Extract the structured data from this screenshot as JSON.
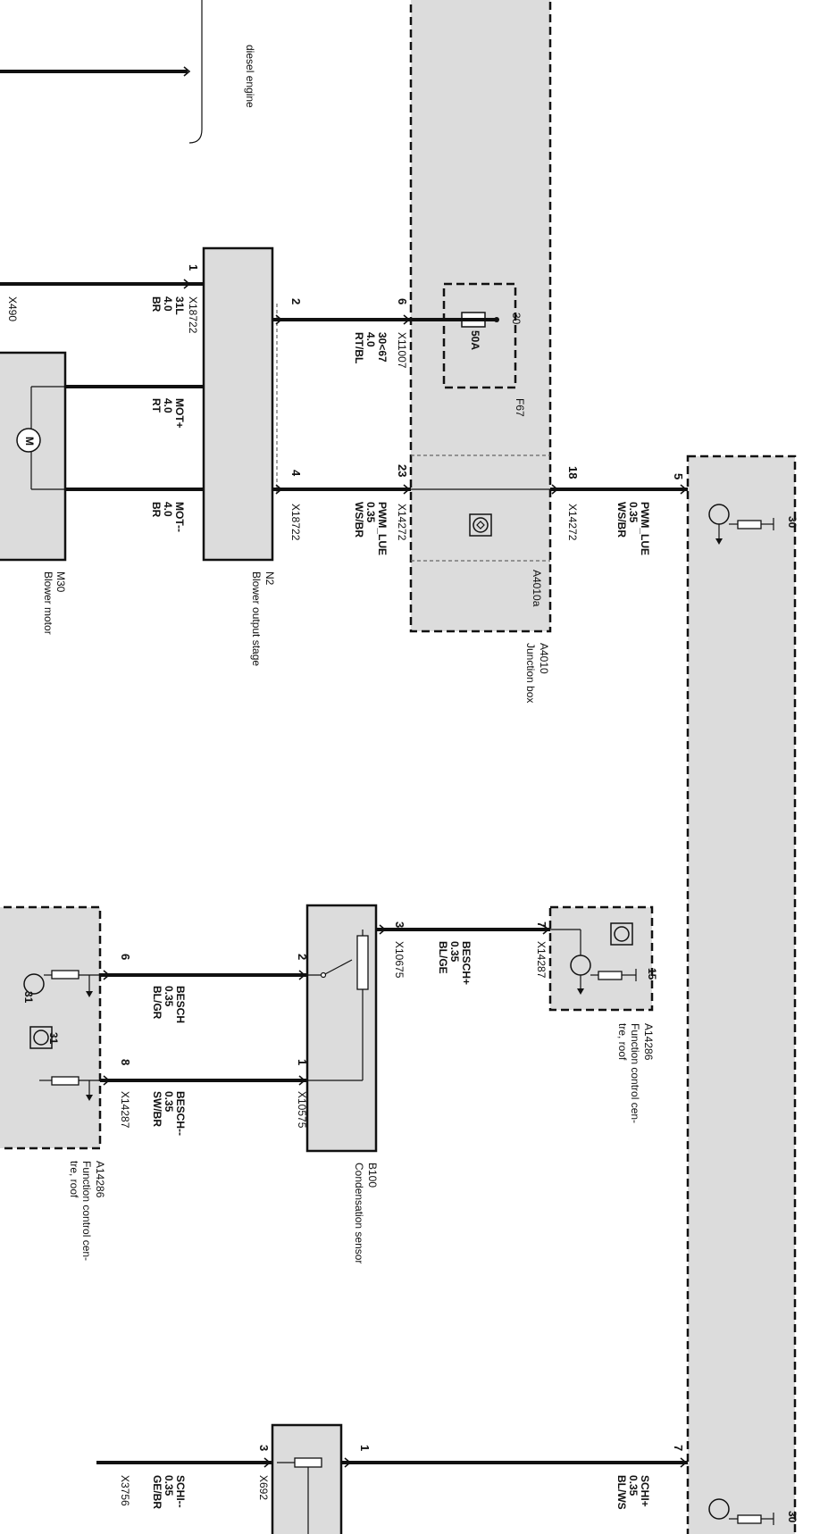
{
  "engine_note": "diesel engine",
  "components": {
    "junction_box": {
      "id": "A4010",
      "sub_id": "A4010a",
      "name": "Junction box"
    },
    "fuse": {
      "id": "F67",
      "rating": "50A",
      "terminal": "30"
    },
    "blower_output_stage": {
      "id": "N2",
      "name": "Blower output stage"
    },
    "blower_motor": {
      "id": "M30",
      "name": "Blower motor",
      "symbol": "M"
    },
    "condensation_sensor": {
      "id": "B100",
      "name": "Condensation sensor"
    },
    "fcc_roof_top": {
      "id": "A14286",
      "name_line1": "Function control cen-",
      "name_line2": "tre, roof",
      "terminal": "15"
    },
    "fcc_roof_left": {
      "id": "A14286",
      "name_line1": "Function control cen-",
      "name_line2": "tre, roof",
      "terminal_a": "31",
      "terminal_b": "31"
    },
    "right_module": {
      "terminal_top": "30",
      "terminal_bottom": "30"
    }
  },
  "connectors": {
    "x490": "X490",
    "x18722_a": "X18722",
    "x18722_b": "X18722",
    "x11007": "X11007",
    "x14272_a": "X14272",
    "x14272_b": "X14272",
    "x10675": "X10675",
    "x14287_a": "X14287",
    "x14287_b": "X14287",
    "x10575": "X10575",
    "x692": "X692",
    "x3756": "X3756"
  },
  "pins": {
    "p1_n2": "1",
    "p2_n2": "2",
    "p4_n2": "4",
    "p6_x11007": "6",
    "p23_x14272": "23",
    "p18_x14272": "18",
    "p5_right": "5",
    "p3_b100": "3",
    "p7_a14286": "7",
    "p2_b100": "2",
    "p1_b100": "1",
    "p6_left": "6",
    "p8_left": "8",
    "p7_right": "7",
    "p1_x692": "1",
    "p3_x692": "3"
  },
  "wires": {
    "w31l": {
      "signal": "31L",
      "size": "4.0",
      "color": "BR"
    },
    "w3067": {
      "signal": "30<67",
      "size": "4.0",
      "color": "RT/BL"
    },
    "wmotp": {
      "signal": "MOT+",
      "size": "4.0",
      "color": "RT"
    },
    "wmotm": {
      "signal": "MOT--",
      "size": "4.0",
      "color": "BR"
    },
    "wpwm1": {
      "signal": "PWM_LUE",
      "size": "0.35",
      "color": "WS/BR"
    },
    "wpwm2": {
      "signal": "PWM_LUE",
      "size": "0.35",
      "color": "WS/BR"
    },
    "wbeschp": {
      "signal": "BESCH+",
      "size": "0.35",
      "color": "BL/GE"
    },
    "wbesch": {
      "signal": "BESCH",
      "size": "0.35",
      "color": "BL/GR"
    },
    "wbeschm": {
      "signal": "BESCH--",
      "size": "0.35",
      "color": "SW/BR"
    },
    "wschip": {
      "signal": "SCHI+",
      "size": "0.35",
      "color": "BL/WS"
    },
    "wschim": {
      "signal": "SCHI--",
      "size": "0.35",
      "color": "GE/BR"
    }
  }
}
